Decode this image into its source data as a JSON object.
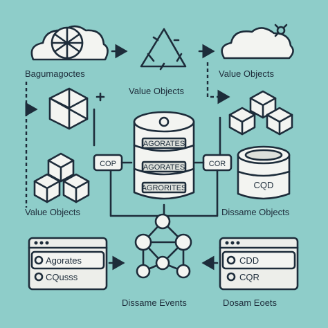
{
  "labels": {
    "top_left": "Bagumagoctes",
    "top_center": "Value Objects",
    "top_right": "Value Objects",
    "mid_left": "Value Objects",
    "mid_right": "Dissame Objects",
    "bottom_center": "Dissame Events",
    "bottom_right": "Dosam Eoets"
  },
  "db_labels": [
    "AGORATES",
    "AGORATES",
    "AGRORITES"
  ],
  "cqrs_left": "COP",
  "cqrs_right": "COR",
  "can_label": "CQD",
  "window_left": {
    "item_1": "Agorates",
    "item_2": "CQusss"
  },
  "window_right": {
    "item_1": "CDD",
    "item_2": "CQR"
  },
  "colors": {
    "background": "#8ecdc9",
    "stroke": "#1d2c3a",
    "fill": "#f3f4f1"
  },
  "icons": [
    "cloud-icon",
    "recycle-icon",
    "cube-icon",
    "database-icon",
    "can-icon",
    "graph-icon",
    "window-icon"
  ]
}
